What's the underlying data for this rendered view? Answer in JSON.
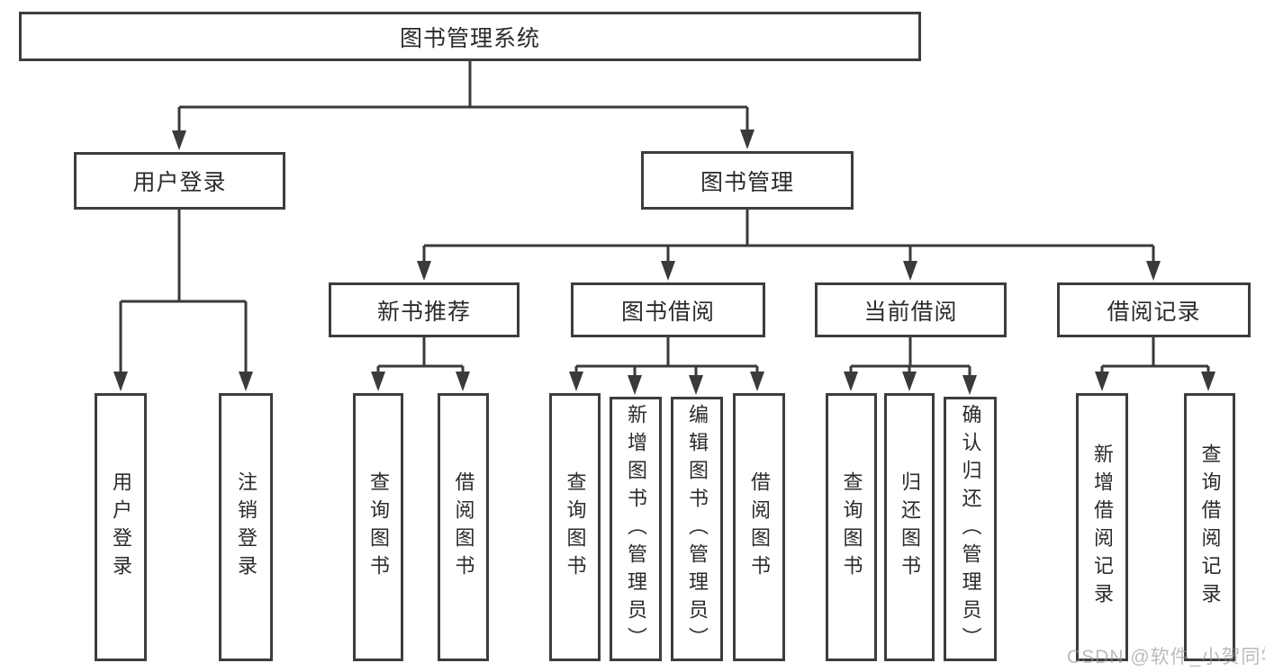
{
  "diagram": {
    "title": "图书管理系统",
    "user_login": {
      "label": "用户登录",
      "children": [
        "用户登录",
        "注销登录"
      ]
    },
    "book_management": {
      "label": "图书管理",
      "modules": [
        {
          "label": "新书推荐",
          "children": [
            "查询图书",
            "借阅图书"
          ]
        },
        {
          "label": "图书借阅",
          "children": [
            "查询图书",
            "新增图书（管理员）",
            "编辑图书（管理员）",
            "借阅图书"
          ]
        },
        {
          "label": "当前借阅",
          "children": [
            "查询图书",
            "归还图书",
            "确认归还（管理员）"
          ]
        },
        {
          "label": "借阅记录",
          "children": [
            "新增借阅记录",
            "查询借阅记录"
          ]
        }
      ]
    }
  },
  "watermark": "CSDN @软件_小贺同学",
  "colors": {
    "line": "#3a3a3a",
    "box_border": "#3d3d3d",
    "text": "#2b2b2b",
    "background": "#ffffff",
    "watermark": "#919191"
  }
}
